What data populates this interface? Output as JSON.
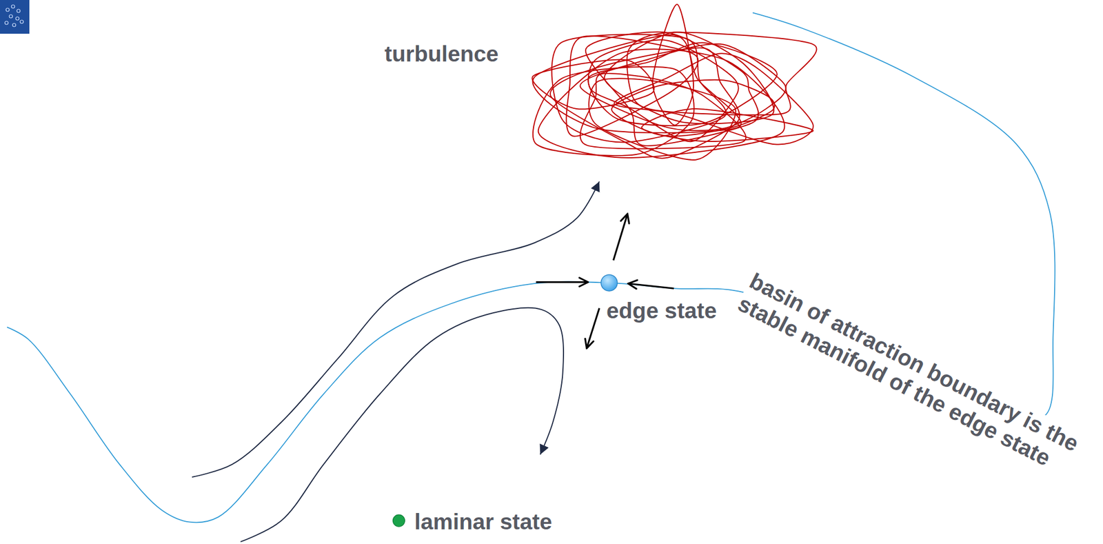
{
  "diagram": {
    "labels": [
      "turbulence",
      "edge state",
      "basin of attraction boundary is the stable manifold of the edge state",
      "laminar state"
    ]
  }
}
